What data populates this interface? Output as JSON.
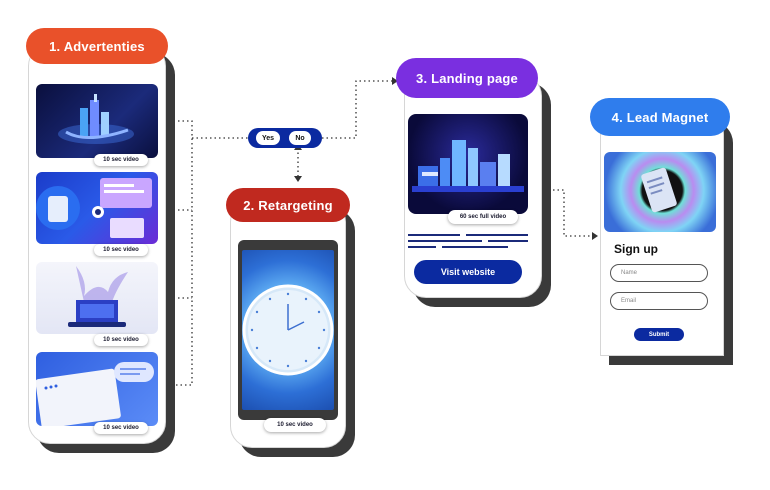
{
  "steps": {
    "advertenties": {
      "title": "1. Advertenties",
      "videos": [
        "10 sec video",
        "10 sec video",
        "10 sec video",
        "10 sec video"
      ]
    },
    "retargeting": {
      "title": "2. Retargeting",
      "video": "10 sec video"
    },
    "landing": {
      "title": "3. Landing page",
      "video": "60 sec full video",
      "button": "Visit website"
    },
    "lead": {
      "title": "4. Lead Magnet",
      "signup": "Sign up",
      "name_placeholder": "Name",
      "email_placeholder": "Email",
      "submit": "Submit"
    }
  },
  "decision": {
    "yes": "Yes",
    "no": "No"
  },
  "colors": {
    "orange": "#e9512a",
    "red": "#c0291f",
    "purple": "#7a2fe0",
    "blue": "#2f7ded",
    "navy": "#0b2aa0",
    "shadow": "#3a3a3a"
  }
}
